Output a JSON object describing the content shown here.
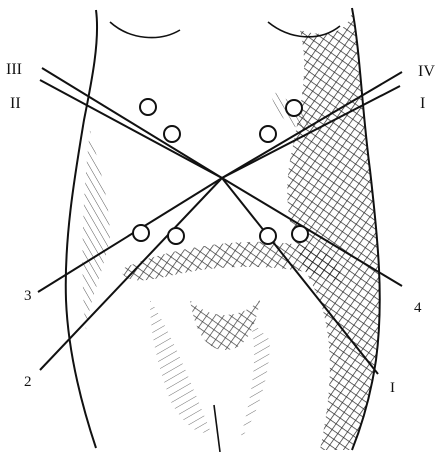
{
  "figure": {
    "labels_upper_left": [
      "III",
      "II"
    ],
    "labels_upper_right": [
      "IV",
      "I"
    ],
    "labels_lower_left": [
      "3",
      "2"
    ],
    "labels_lower_right": [
      "4",
      "I"
    ]
  },
  "colors": {
    "ink": "#111111",
    "paper": "#ffffff"
  }
}
